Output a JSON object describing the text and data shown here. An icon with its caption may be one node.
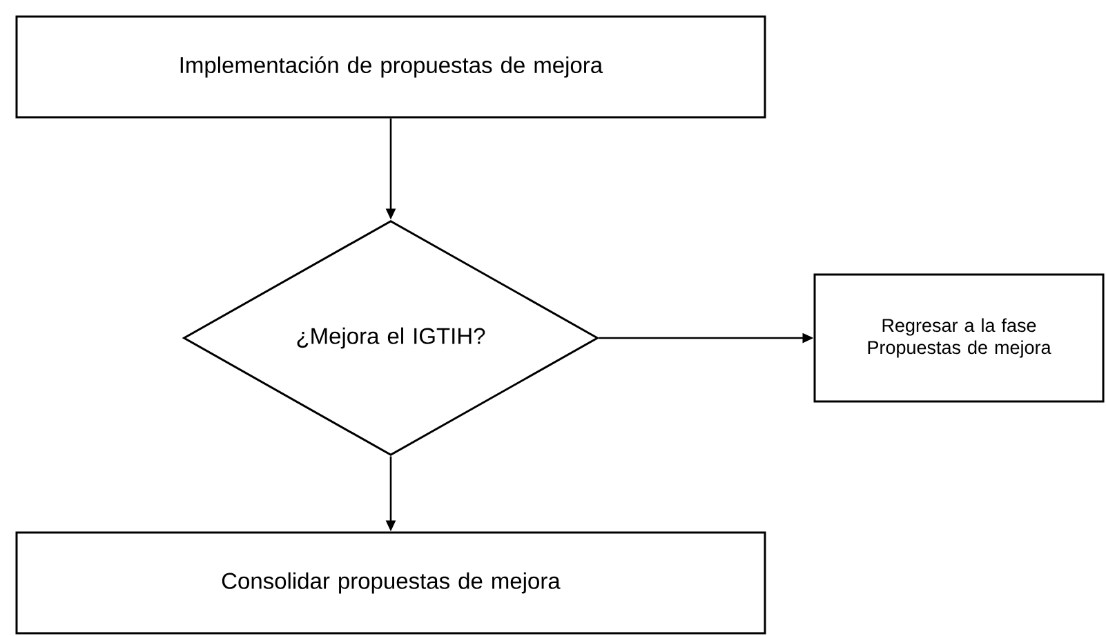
{
  "diagram": {
    "nodes": [
      {
        "text": [
          "Implementación de propuestas de mejora"
        ]
      },
      {
        "text": [
          "¿Mejora el IGTIH?"
        ]
      },
      {
        "text": [
          "Regresar a la fase Propuestas de mejora"
        ]
      },
      {
        "text": [
          "Consolidar propuestas de mejora"
        ]
      }
    ],
    "edges": [
      {
        "from": 0,
        "to": 1,
        "arrow": "to"
      },
      {
        "from": 1,
        "to": 2,
        "arrow": "to"
      },
      {
        "from": 1,
        "to": 3,
        "arrow": "to"
      }
    ]
  }
}
